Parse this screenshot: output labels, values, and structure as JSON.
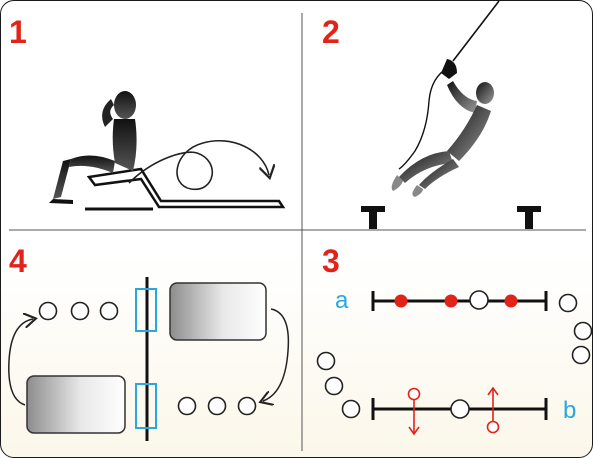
{
  "panels": {
    "p1": {
      "label": "1"
    },
    "p2": {
      "label": "2"
    },
    "p3": {
      "label": "3",
      "marker_a": "a",
      "marker_b": "b"
    },
    "p4": {
      "label": "4"
    }
  },
  "colors": {
    "label_red": "#e2231a",
    "marker_blue": "#2aa7df",
    "player_red": "#e2231a",
    "line_black": "#1a1a1a"
  },
  "icons": [
    "sit-up-figure",
    "trajectory-arrow",
    "rope-climber",
    "bench-marker",
    "circle-token",
    "rest-box"
  ]
}
